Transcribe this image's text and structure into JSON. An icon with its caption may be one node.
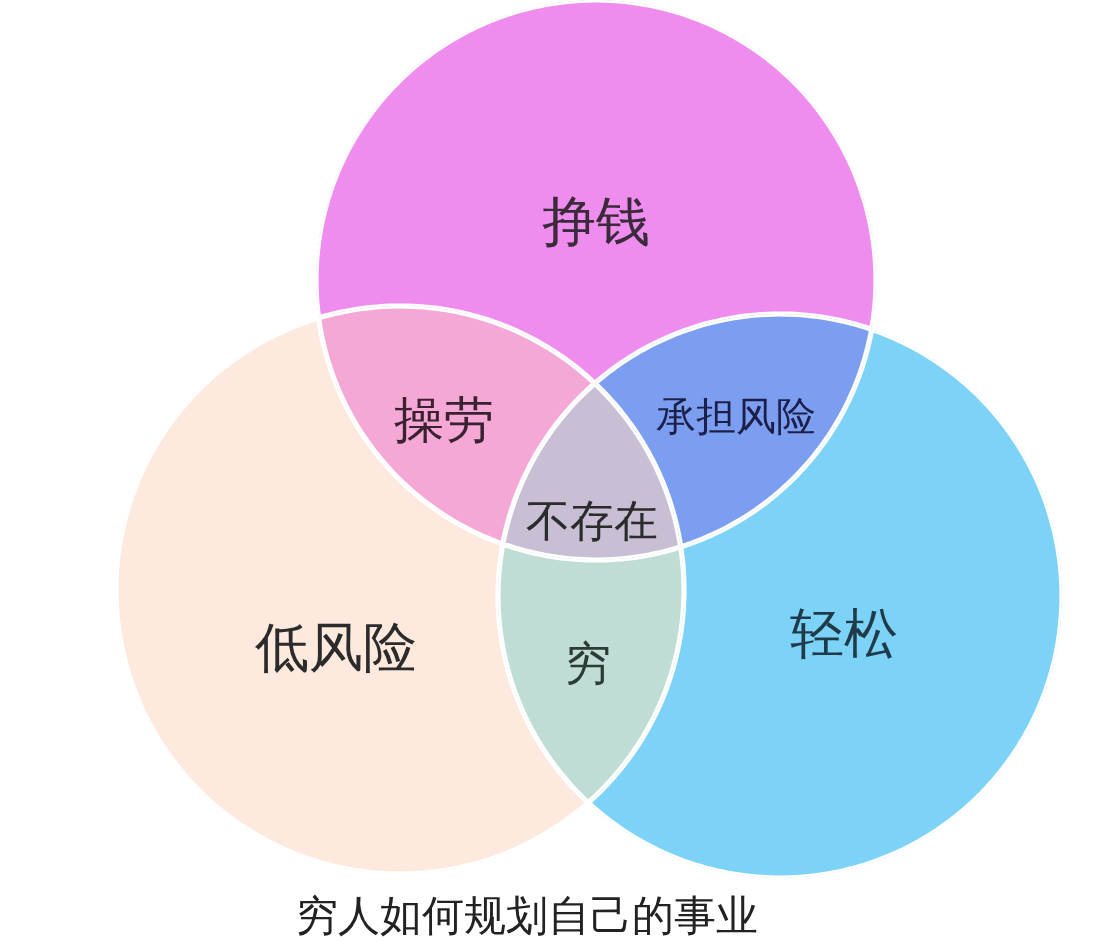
{
  "diagram": {
    "caption": "穷人如何规划自己的事业",
    "nodes": [
      {
        "text": [
          "挣钱"
        ]
      },
      {
        "text": [
          "操劳"
        ]
      },
      {
        "text": [
          "承担风险"
        ]
      },
      {
        "text": [
          "不存在"
        ]
      },
      {
        "text": [
          "低风险"
        ]
      },
      {
        "text": [
          "穷"
        ]
      },
      {
        "text": [
          "轻松"
        ]
      }
    ]
  }
}
